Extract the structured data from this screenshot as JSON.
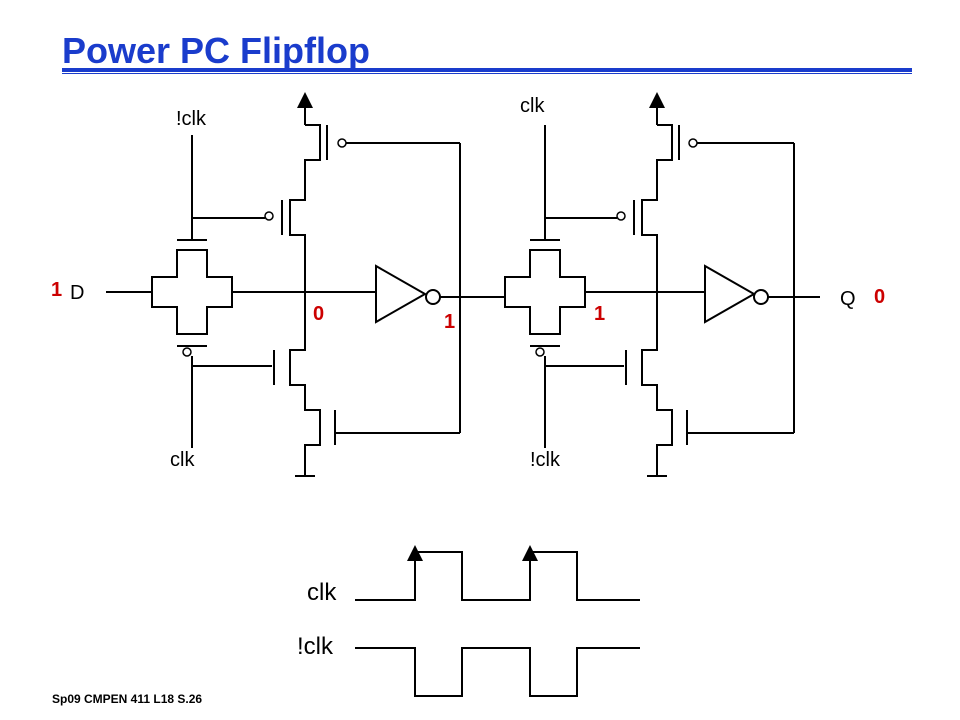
{
  "title": "Power PC Flipflop",
  "footer": "Sp09   CMPEN 411   L18   S.26",
  "colors": {
    "title": "#1a3ccc",
    "logic_value": "#cc0000",
    "wire": "#000000"
  },
  "circuit": {
    "stage1": {
      "gate_top": "!clk",
      "gate_bottom": "clk"
    },
    "stage2": {
      "gate_top": "clk",
      "gate_bottom": "!clk"
    },
    "input_label": "D",
    "output_label": "Q"
  },
  "logic_values": {
    "d": "1",
    "stage1_node": "0",
    "inverter1_out": "1",
    "stage2_node": "1",
    "q": "0"
  },
  "timing": {
    "clk_label": "clk",
    "nclk_label": "!clk"
  }
}
